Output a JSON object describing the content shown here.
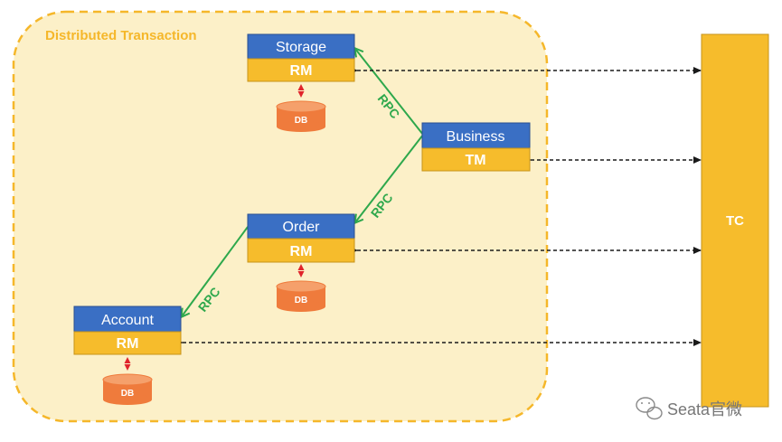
{
  "region": {
    "title": "Distributed Transaction"
  },
  "services": {
    "storage": {
      "name": "Storage",
      "role": "RM",
      "db": "DB"
    },
    "business": {
      "name": "Business",
      "role": "TM"
    },
    "order": {
      "name": "Order",
      "role": "RM",
      "db": "DB"
    },
    "account": {
      "name": "Account",
      "role": "RM",
      "db": "DB"
    }
  },
  "rpc": {
    "business_storage": "RPC",
    "business_order": "RPC",
    "order_account": "RPC"
  },
  "tc": {
    "label": "TC"
  },
  "watermark": {
    "text": "Seata官微"
  },
  "colors": {
    "service_blue": "#3a6fc4",
    "rm_yellow": "#f6bc2c",
    "db_orange": "#ef7b3c",
    "rpc_green": "#2ea84c",
    "region_fill": "#fcf0c8",
    "region_border": "#f5b72a",
    "tc_fill": "#f6bc2c"
  }
}
